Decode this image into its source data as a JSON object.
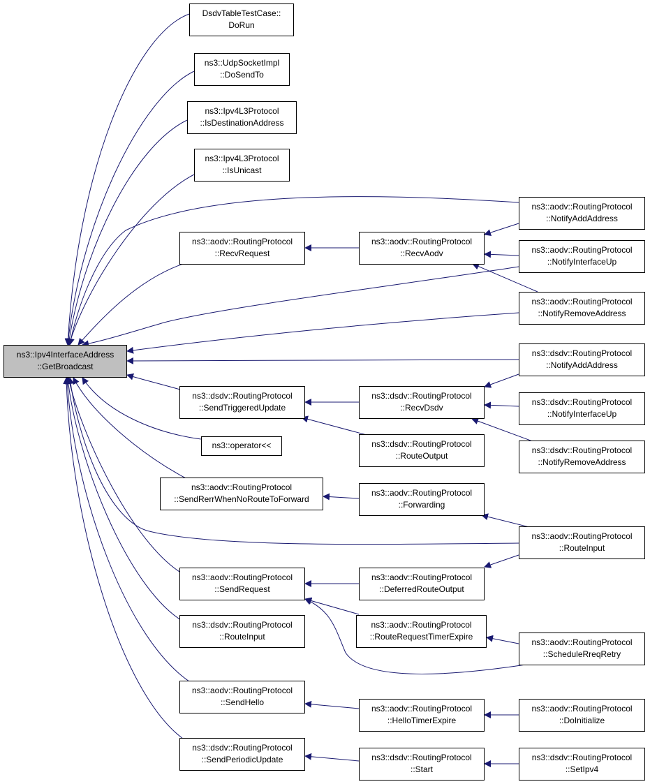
{
  "focus": {
    "line1": "ns3::Ipv4InterfaceAddress",
    "line2": "::GetBroadcast"
  },
  "callers": [
    {
      "line1": "DsdvTableTestCase::",
      "line2": "DoRun"
    },
    {
      "line1": "ns3::UdpSocketImpl",
      "line2": "::DoSendTo"
    },
    {
      "line1": "ns3::Ipv4L3Protocol",
      "line2": "::IsDestinationAddress"
    },
    {
      "line1": "ns3::Ipv4L3Protocol",
      "line2": "::IsUnicast"
    },
    {
      "line1": "ns3::aodv::RoutingProtocol",
      "line2": "::NotifyAddAddress"
    },
    {
      "line1": "ns3::aodv::RoutingProtocol",
      "line2": "::RecvRequest"
    },
    {
      "line1": "ns3::aodv::RoutingProtocol",
      "line2": "::RecvAodv"
    },
    {
      "line1": "ns3::aodv::RoutingProtocol",
      "line2": "::NotifyInterfaceUp"
    },
    {
      "line1": "ns3::aodv::RoutingProtocol",
      "line2": "::NotifyRemoveAddress"
    },
    {
      "line1": "ns3::dsdv::RoutingProtocol",
      "line2": "::NotifyAddAddress"
    },
    {
      "line1": "ns3::dsdv::RoutingProtocol",
      "line2": "::SendTriggeredUpdate"
    },
    {
      "line1": "ns3::dsdv::RoutingProtocol",
      "line2": "::RecvDsdv"
    },
    {
      "line1": "ns3::dsdv::RoutingProtocol",
      "line2": "::NotifyInterfaceUp"
    },
    {
      "line1": "ns3::operator<<",
      "line2": ""
    },
    {
      "line1": "ns3::dsdv::RoutingProtocol",
      "line2": "::RouteOutput"
    },
    {
      "line1": "ns3::dsdv::RoutingProtocol",
      "line2": "::NotifyRemoveAddress"
    },
    {
      "line1": "ns3::aodv::RoutingProtocol",
      "line2": "::SendRerrWhenNoRouteToForward"
    },
    {
      "line1": "ns3::aodv::RoutingProtocol",
      "line2": "::Forwarding"
    },
    {
      "line1": "ns3::aodv::RoutingProtocol",
      "line2": "::RouteInput"
    },
    {
      "line1": "ns3::aodv::RoutingProtocol",
      "line2": "::SendRequest"
    },
    {
      "line1": "ns3::aodv::RoutingProtocol",
      "line2": "::DeferredRouteOutput"
    },
    {
      "line1": "ns3::aodv::RoutingProtocol",
      "line2": "::RouteRequestTimerExpire"
    },
    {
      "line1": "ns3::dsdv::RoutingProtocol",
      "line2": "::RouteInput"
    },
    {
      "line1": "ns3::aodv::RoutingProtocol",
      "line2": "::ScheduleRreqRetry"
    },
    {
      "line1": "ns3::aodv::RoutingProtocol",
      "line2": "::SendHello"
    },
    {
      "line1": "ns3::aodv::RoutingProtocol",
      "line2": "::HelloTimerExpire"
    },
    {
      "line1": "ns3::aodv::RoutingProtocol",
      "line2": "::DoInitialize"
    },
    {
      "line1": "ns3::dsdv::RoutingProtocol",
      "line2": "::SendPeriodicUpdate"
    },
    {
      "line1": "ns3::dsdv::RoutingProtocol",
      "line2": "::Start"
    },
    {
      "line1": "ns3::dsdv::RoutingProtocol",
      "line2": "::SetIpv4"
    }
  ],
  "colors": {
    "edge": "#191970",
    "focus_fill": "#bfbfbf",
    "node_border": "#000000"
  }
}
